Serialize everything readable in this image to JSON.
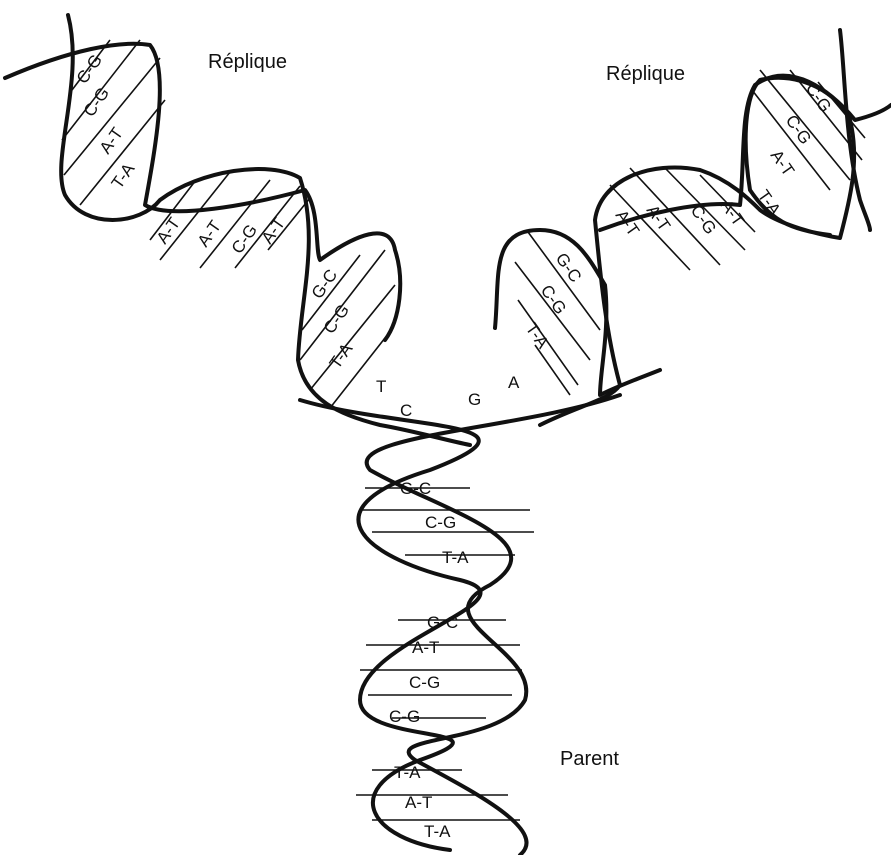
{
  "labels": {
    "replica_left": "Réplique",
    "replica_right": "Réplique",
    "parent": "Parent"
  },
  "parent_pairs": [
    "G-C",
    "C-G",
    "T-A",
    "G-C",
    "A-T",
    "C-G",
    "C-G",
    "T-A",
    "A-T",
    "T-A"
  ],
  "left_replica_pairs": [
    "G-C",
    "C-G",
    "T-A",
    "A-T",
    "C-G",
    "A-T",
    "A-T",
    "T-A",
    "A-T",
    "C-G",
    "C-G"
  ],
  "left_unpaired": [
    "T",
    "C"
  ],
  "right_replica_pairs": [
    "G-C",
    "C-G",
    "T-A",
    "A-T",
    "A-T",
    "C-G",
    "A-T",
    "T-A",
    "A-T",
    "C-G",
    "C-G"
  ],
  "right_unpaired": [
    "G",
    "A"
  ]
}
